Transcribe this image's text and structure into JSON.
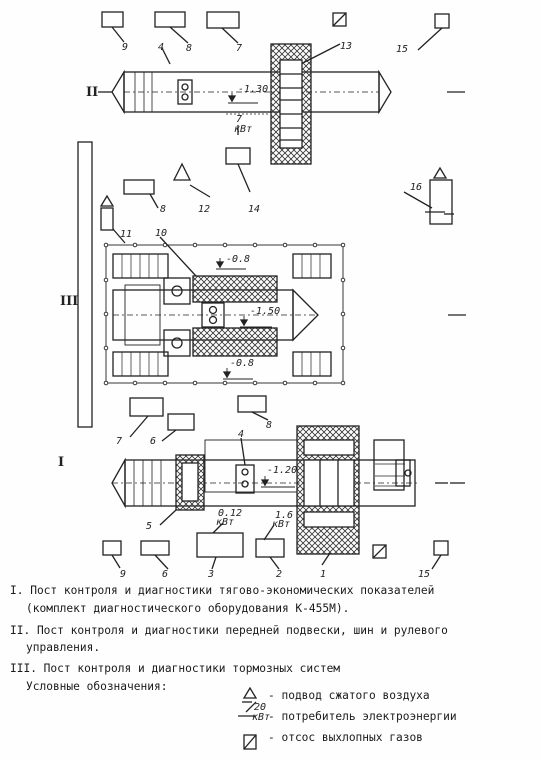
{
  "rows": {
    "I": "I",
    "II": "II",
    "III": "III"
  },
  "callouts": {
    "c1": "1",
    "c2": "2",
    "c3": "3",
    "c4": "4",
    "c4b": "4",
    "c5": "5",
    "c6": "6",
    "c6b": "6",
    "c7": "7",
    "c7b": "7",
    "c8": "8",
    "c8b": "8",
    "c8c": "8",
    "c9": "9",
    "c9b": "9",
    "c10": "10",
    "c11": "11",
    "c12": "12",
    "c13": "13",
    "c14": "14",
    "c15": "15",
    "c15b": "15",
    "c16": "16"
  },
  "dims": {
    "d130": "-1.30",
    "d7": "7",
    "kbt": "кВт",
    "d08a": "-0.8",
    "d150": "-1.50",
    "d08b": "-0.8",
    "d120": "-1.20",
    "d012": "0.12",
    "d16": "1.6",
    "kbt2": "кВт",
    "kbt3": "кВт"
  },
  "captions": {
    "line1": "I. Пост контроля и диагностики тягово-экономических показателей",
    "line2": "(комплект диагностического оборудования К-455М).",
    "line3": "II. Пост контроля и диагностики передней подвески, шин и рулевого",
    "line4": "управления.",
    "line5": "III. Пост контроля и диагностики тормозных систем",
    "legend_title": "Условные обозначения:",
    "legend1": "- подвод сжатого воздуха",
    "legend2": "- потребитель электроэнергии",
    "legend3": "- отсос выхлопных газов",
    "legend_val": "20",
    "legend_unit": "кВт"
  }
}
